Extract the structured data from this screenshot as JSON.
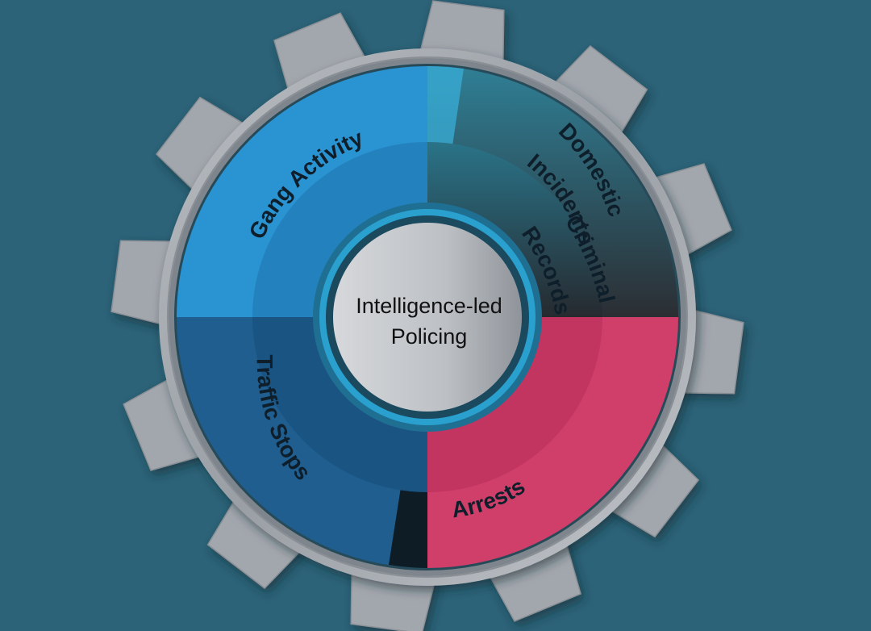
{
  "diagram": {
    "center": {
      "line1": "Intelligence-led",
      "line2": "Policing"
    },
    "segments": {
      "gang_activity": {
        "label": "Gang Activity",
        "color": "#2a93d2"
      },
      "domestic_incidents": {
        "line1": "Domestic",
        "line2": "Incidents",
        "color": "#2d4a55"
      },
      "criminal_records": {
        "line1": "Criminal",
        "line2": "Records",
        "color": "#cf3f6a"
      },
      "arrests": {
        "label": "Arrests",
        "color": "#c23560"
      },
      "traffic_stops": {
        "label": "Traffic Stops",
        "color": "#1f5e8f"
      }
    },
    "colors": {
      "background": "#2c6378",
      "gear": "#a2a7ad",
      "hub": "#c4c6ca"
    }
  }
}
